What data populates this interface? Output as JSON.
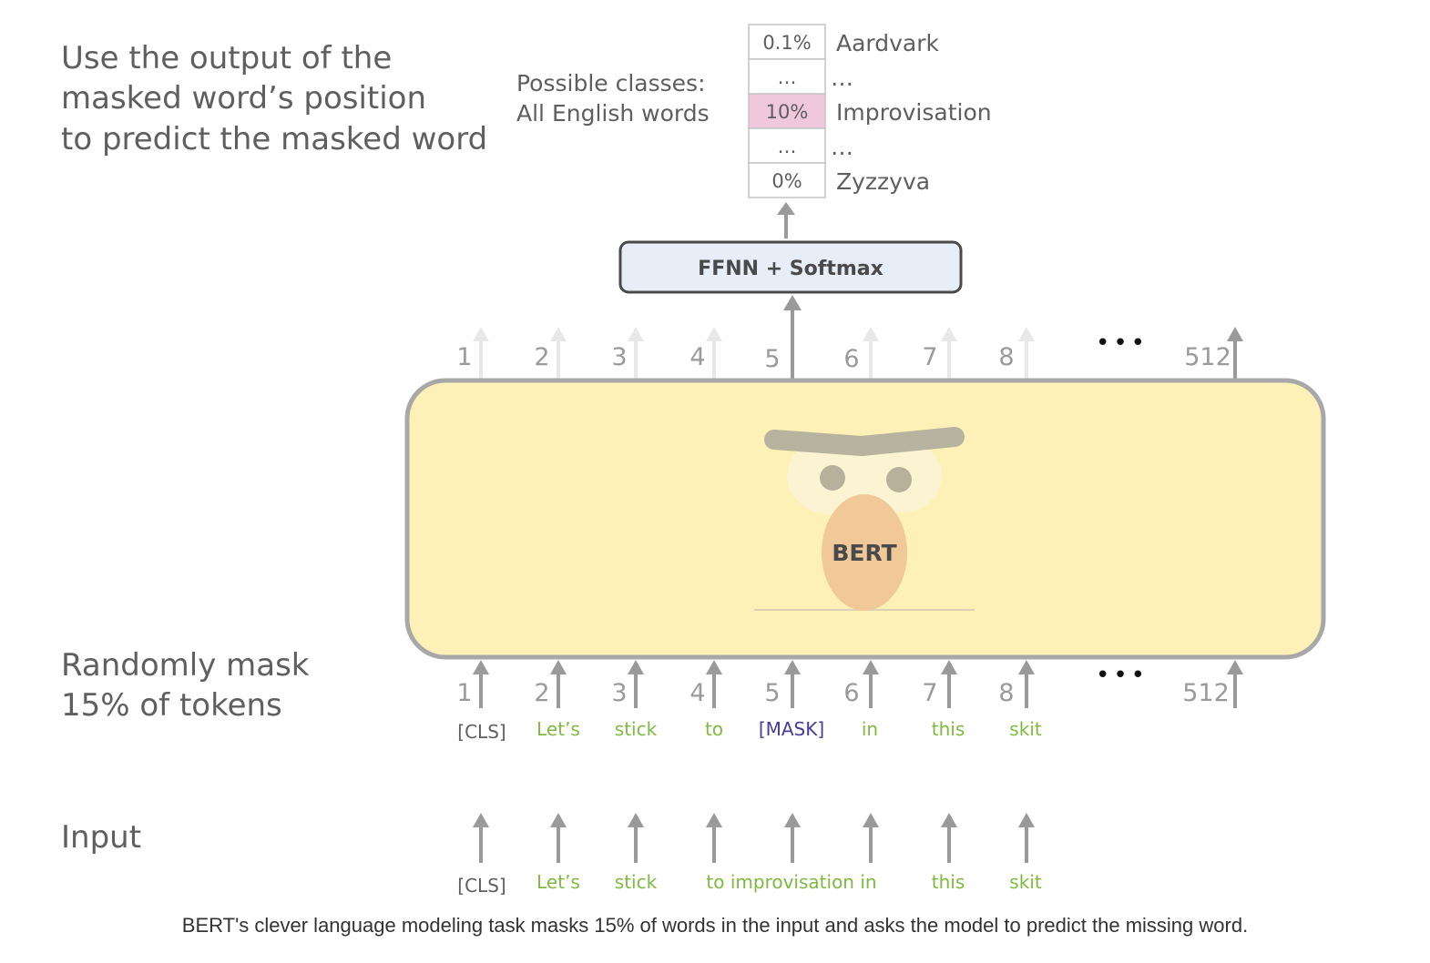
{
  "labels": {
    "heading": [
      "Use the output of the",
      "masked word’s position",
      "to predict the masked word"
    ],
    "randomly_mask": [
      "Randomly mask",
      "15% of tokens"
    ],
    "input": "Input"
  },
  "possible_classes": [
    "Possible classes:",
    "All English words"
  ],
  "output_table": [
    {
      "prob": "0.1%",
      "word": "Aardvark",
      "highlight": false
    },
    {
      "prob": "…",
      "word": "…",
      "highlight": false
    },
    {
      "prob": "10%",
      "word": "Improvisation",
      "highlight": true
    },
    {
      "prob": "…",
      "word": "…",
      "highlight": false
    },
    {
      "prob": "0%",
      "word": "Zyzzyva",
      "highlight": false
    }
  ],
  "ffnn_label": "FFNN + Softmax",
  "model_name": "BERT",
  "positions": [
    "1",
    "2",
    "3",
    "4",
    "5",
    "6",
    "7",
    "8"
  ],
  "ellipsis": "•••",
  "last_position": "512",
  "masked_tokens": [
    "[CLS]",
    "Let’s",
    "stick",
    "to",
    "[MASK]",
    "in",
    "this",
    "skit"
  ],
  "input_tokens": [
    "[CLS]",
    "Let’s",
    "stick",
    "to improvisation in",
    "this",
    "skit"
  ],
  "caption": "BERT's clever language modeling task masks 15% of words in the input and asks the model to predict the missing word.",
  "colors": {
    "token_green": "#7dba3f",
    "mask_purple": "#4a3a9a",
    "cls_gray": "#5f5f5f",
    "bert_body": "#fdf1b8",
    "bert_border": "#a8a8a8",
    "ffnn_fill": "#e7eef8",
    "highlight_pink": "#efc8dc",
    "nose": "#f1c898",
    "arrow": "#9a9a9a",
    "arrow_faint": "#e8e8e8"
  }
}
